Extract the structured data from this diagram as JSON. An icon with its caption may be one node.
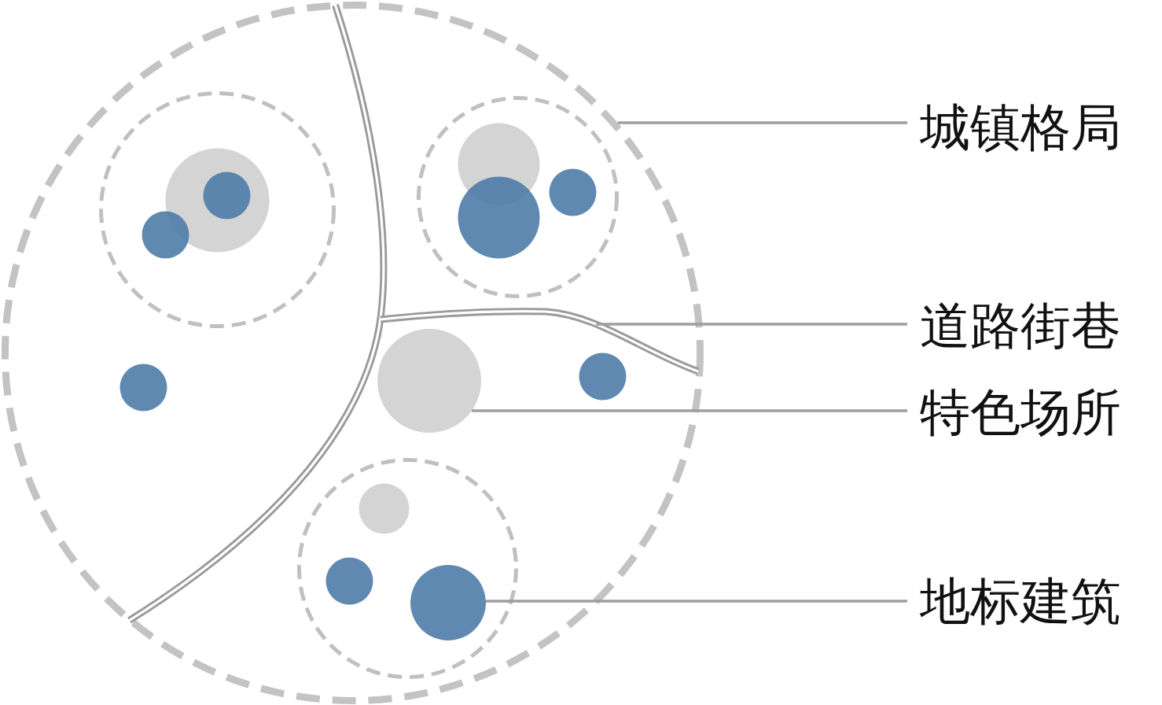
{
  "diagram": {
    "nodes": [
      {
        "text": [],
        "shape": "circle"
      },
      {
        "text": [],
        "shape": "line",
        "in": 0
      },
      {
        "text": [],
        "shape": "circle",
        "in": 0
      },
      {
        "text": [],
        "shape": "circle",
        "in": 0
      },
      {
        "text": [
          "城镇格局"
        ]
      },
      {
        "text": [
          "道路街巷"
        ]
      },
      {
        "text": [
          "特色场所"
        ]
      },
      {
        "text": [
          "地标建筑"
        ]
      }
    ],
    "edges": [
      {
        "from": 4,
        "to": 0,
        "arrow": "none"
      },
      {
        "from": 5,
        "to": 1,
        "arrow": "none"
      },
      {
        "from": 6,
        "to": 2,
        "arrow": "none"
      },
      {
        "from": 7,
        "to": 3,
        "arrow": "none"
      }
    ]
  }
}
